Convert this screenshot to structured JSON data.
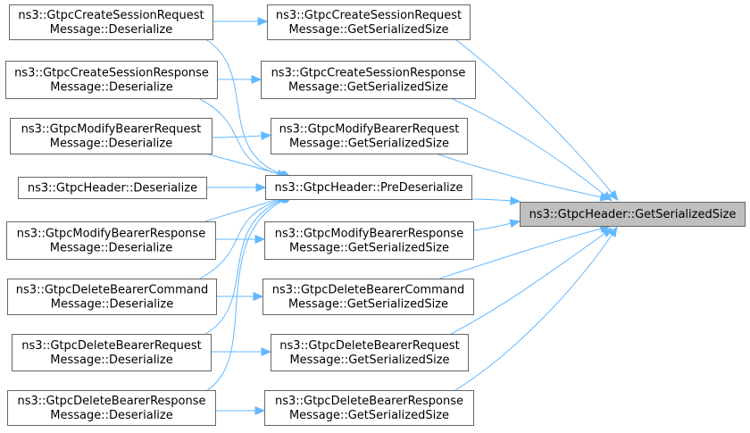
{
  "diagram": {
    "type": "call-graph",
    "colors": {
      "edge": "#63b8ff",
      "node_border": "#666666",
      "node_fill": "#ffffff",
      "root_fill": "#bfbfbf"
    },
    "nodes": [
      {
        "id": "root",
        "lines": [
          "ns3::GtpcHeader::GetSerializedSize"
        ],
        "highlighted": true
      },
      {
        "id": "prede",
        "lines": [
          "ns3::GtpcHeader::PreDeserialize"
        ]
      },
      {
        "id": "csreq_gs",
        "lines": [
          "ns3::GtpcCreateSessionRequest",
          "Message::GetSerializedSize"
        ]
      },
      {
        "id": "csres_gs",
        "lines": [
          "ns3::GtpcCreateSessionResponse",
          "Message::GetSerializedSize"
        ]
      },
      {
        "id": "mbreq_gs",
        "lines": [
          "ns3::GtpcModifyBearerRequest",
          "Message::GetSerializedSize"
        ]
      },
      {
        "id": "mbres_gs",
        "lines": [
          "ns3::GtpcModifyBearerResponse",
          "Message::GetSerializedSize"
        ]
      },
      {
        "id": "dbcmd_gs",
        "lines": [
          "ns3::GtpcDeleteBearerCommand",
          "Message::GetSerializedSize"
        ]
      },
      {
        "id": "dbreq_gs",
        "lines": [
          "ns3::GtpcDeleteBearerRequest",
          "Message::GetSerializedSize"
        ]
      },
      {
        "id": "dbres_gs",
        "lines": [
          "ns3::GtpcDeleteBearerResponse",
          "Message::GetSerializedSize"
        ]
      },
      {
        "id": "csreq_de",
        "lines": [
          "ns3::GtpcCreateSessionRequest",
          "Message::Deserialize"
        ]
      },
      {
        "id": "csres_de",
        "lines": [
          "ns3::GtpcCreateSessionResponse",
          "Message::Deserialize"
        ]
      },
      {
        "id": "mbreq_de",
        "lines": [
          "ns3::GtpcModifyBearerRequest",
          "Message::Deserialize"
        ]
      },
      {
        "id": "hdr_de",
        "lines": [
          "ns3::GtpcHeader::Deserialize"
        ]
      },
      {
        "id": "mbres_de",
        "lines": [
          "ns3::GtpcModifyBearerResponse",
          "Message::Deserialize"
        ]
      },
      {
        "id": "dbcmd_de",
        "lines": [
          "ns3::GtpcDeleteBearerCommand",
          "Message::Deserialize"
        ]
      },
      {
        "id": "dbreq_de",
        "lines": [
          "ns3::GtpcDeleteBearerRequest",
          "Message::Deserialize"
        ]
      },
      {
        "id": "dbres_de",
        "lines": [
          "ns3::GtpcDeleteBearerResponse",
          "Message::Deserialize"
        ]
      }
    ],
    "edges": [
      {
        "from": "prede",
        "to": "root"
      },
      {
        "from": "csreq_gs",
        "to": "root"
      },
      {
        "from": "csres_gs",
        "to": "root"
      },
      {
        "from": "mbreq_gs",
        "to": "root"
      },
      {
        "from": "mbres_gs",
        "to": "root"
      },
      {
        "from": "dbcmd_gs",
        "to": "root"
      },
      {
        "from": "dbreq_gs",
        "to": "root"
      },
      {
        "from": "dbres_gs",
        "to": "root"
      },
      {
        "from": "csreq_de",
        "to": "csreq_gs"
      },
      {
        "from": "csres_de",
        "to": "csres_gs"
      },
      {
        "from": "mbreq_de",
        "to": "mbreq_gs"
      },
      {
        "from": "mbres_de",
        "to": "mbres_gs"
      },
      {
        "from": "dbcmd_de",
        "to": "dbcmd_gs"
      },
      {
        "from": "dbreq_de",
        "to": "dbreq_gs"
      },
      {
        "from": "dbres_de",
        "to": "dbres_gs"
      },
      {
        "from": "hdr_de",
        "to": "prede"
      },
      {
        "from": "csreq_de",
        "to": "prede"
      },
      {
        "from": "csres_de",
        "to": "prede"
      },
      {
        "from": "mbreq_de",
        "to": "prede"
      },
      {
        "from": "mbres_de",
        "to": "prede"
      },
      {
        "from": "dbcmd_de",
        "to": "prede"
      },
      {
        "from": "dbreq_de",
        "to": "prede"
      },
      {
        "from": "dbres_de",
        "to": "prede"
      }
    ]
  }
}
